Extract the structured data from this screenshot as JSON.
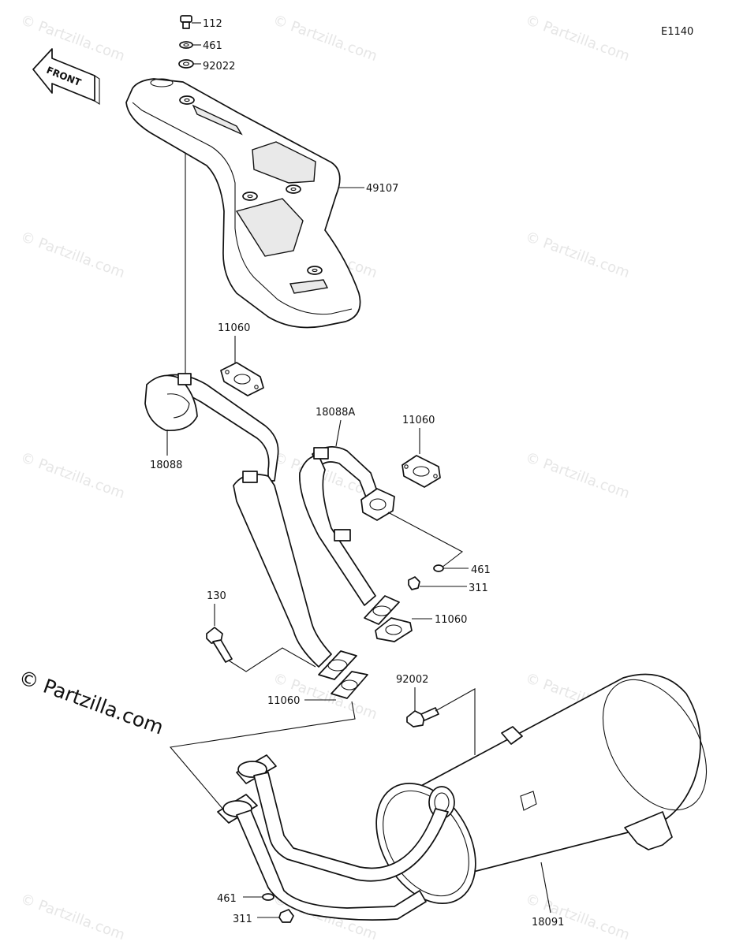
{
  "diagram_code": "E1140",
  "front_label": "FRONT",
  "brand": "© Partzilla.com",
  "watermark": "© Partzilla.com",
  "labels": {
    "p112": "112",
    "p461_top": "461",
    "p92022": "92022",
    "p49107": "49107",
    "p11060_a": "11060",
    "p18088": "18088",
    "p18088a": "18088A",
    "p11060_b": "11060",
    "p461_mid": "461",
    "p311_mid": "311",
    "p11060_c": "11060",
    "p130": "130",
    "p92002": "92002",
    "p11060_d": "11060",
    "p461_bot": "461",
    "p311_bot": "311",
    "p18091": "18091"
  }
}
